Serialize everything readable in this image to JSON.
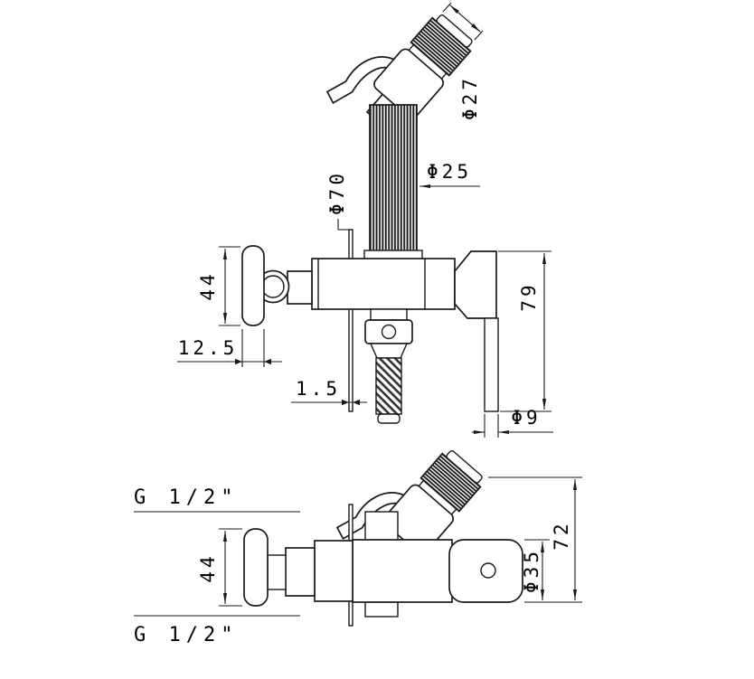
{
  "colors": {
    "line": "#1a1a1a",
    "background": "#ffffff"
  },
  "front_view": {
    "cap_diameter": "Φ27",
    "handle_diameter": "Φ25",
    "plate_diameter": "Φ70",
    "lever_length": "44",
    "lever_width": "12.5",
    "plate_thickness": "1.5",
    "outlet_drop": "79",
    "hose_diameter": "Φ9"
  },
  "plan_view": {
    "top_thread": "G 1/2\"",
    "bottom_thread": "G 1/2\"",
    "lever_length": "44",
    "holder_diameter": "Φ35",
    "overall_depth": "72"
  }
}
